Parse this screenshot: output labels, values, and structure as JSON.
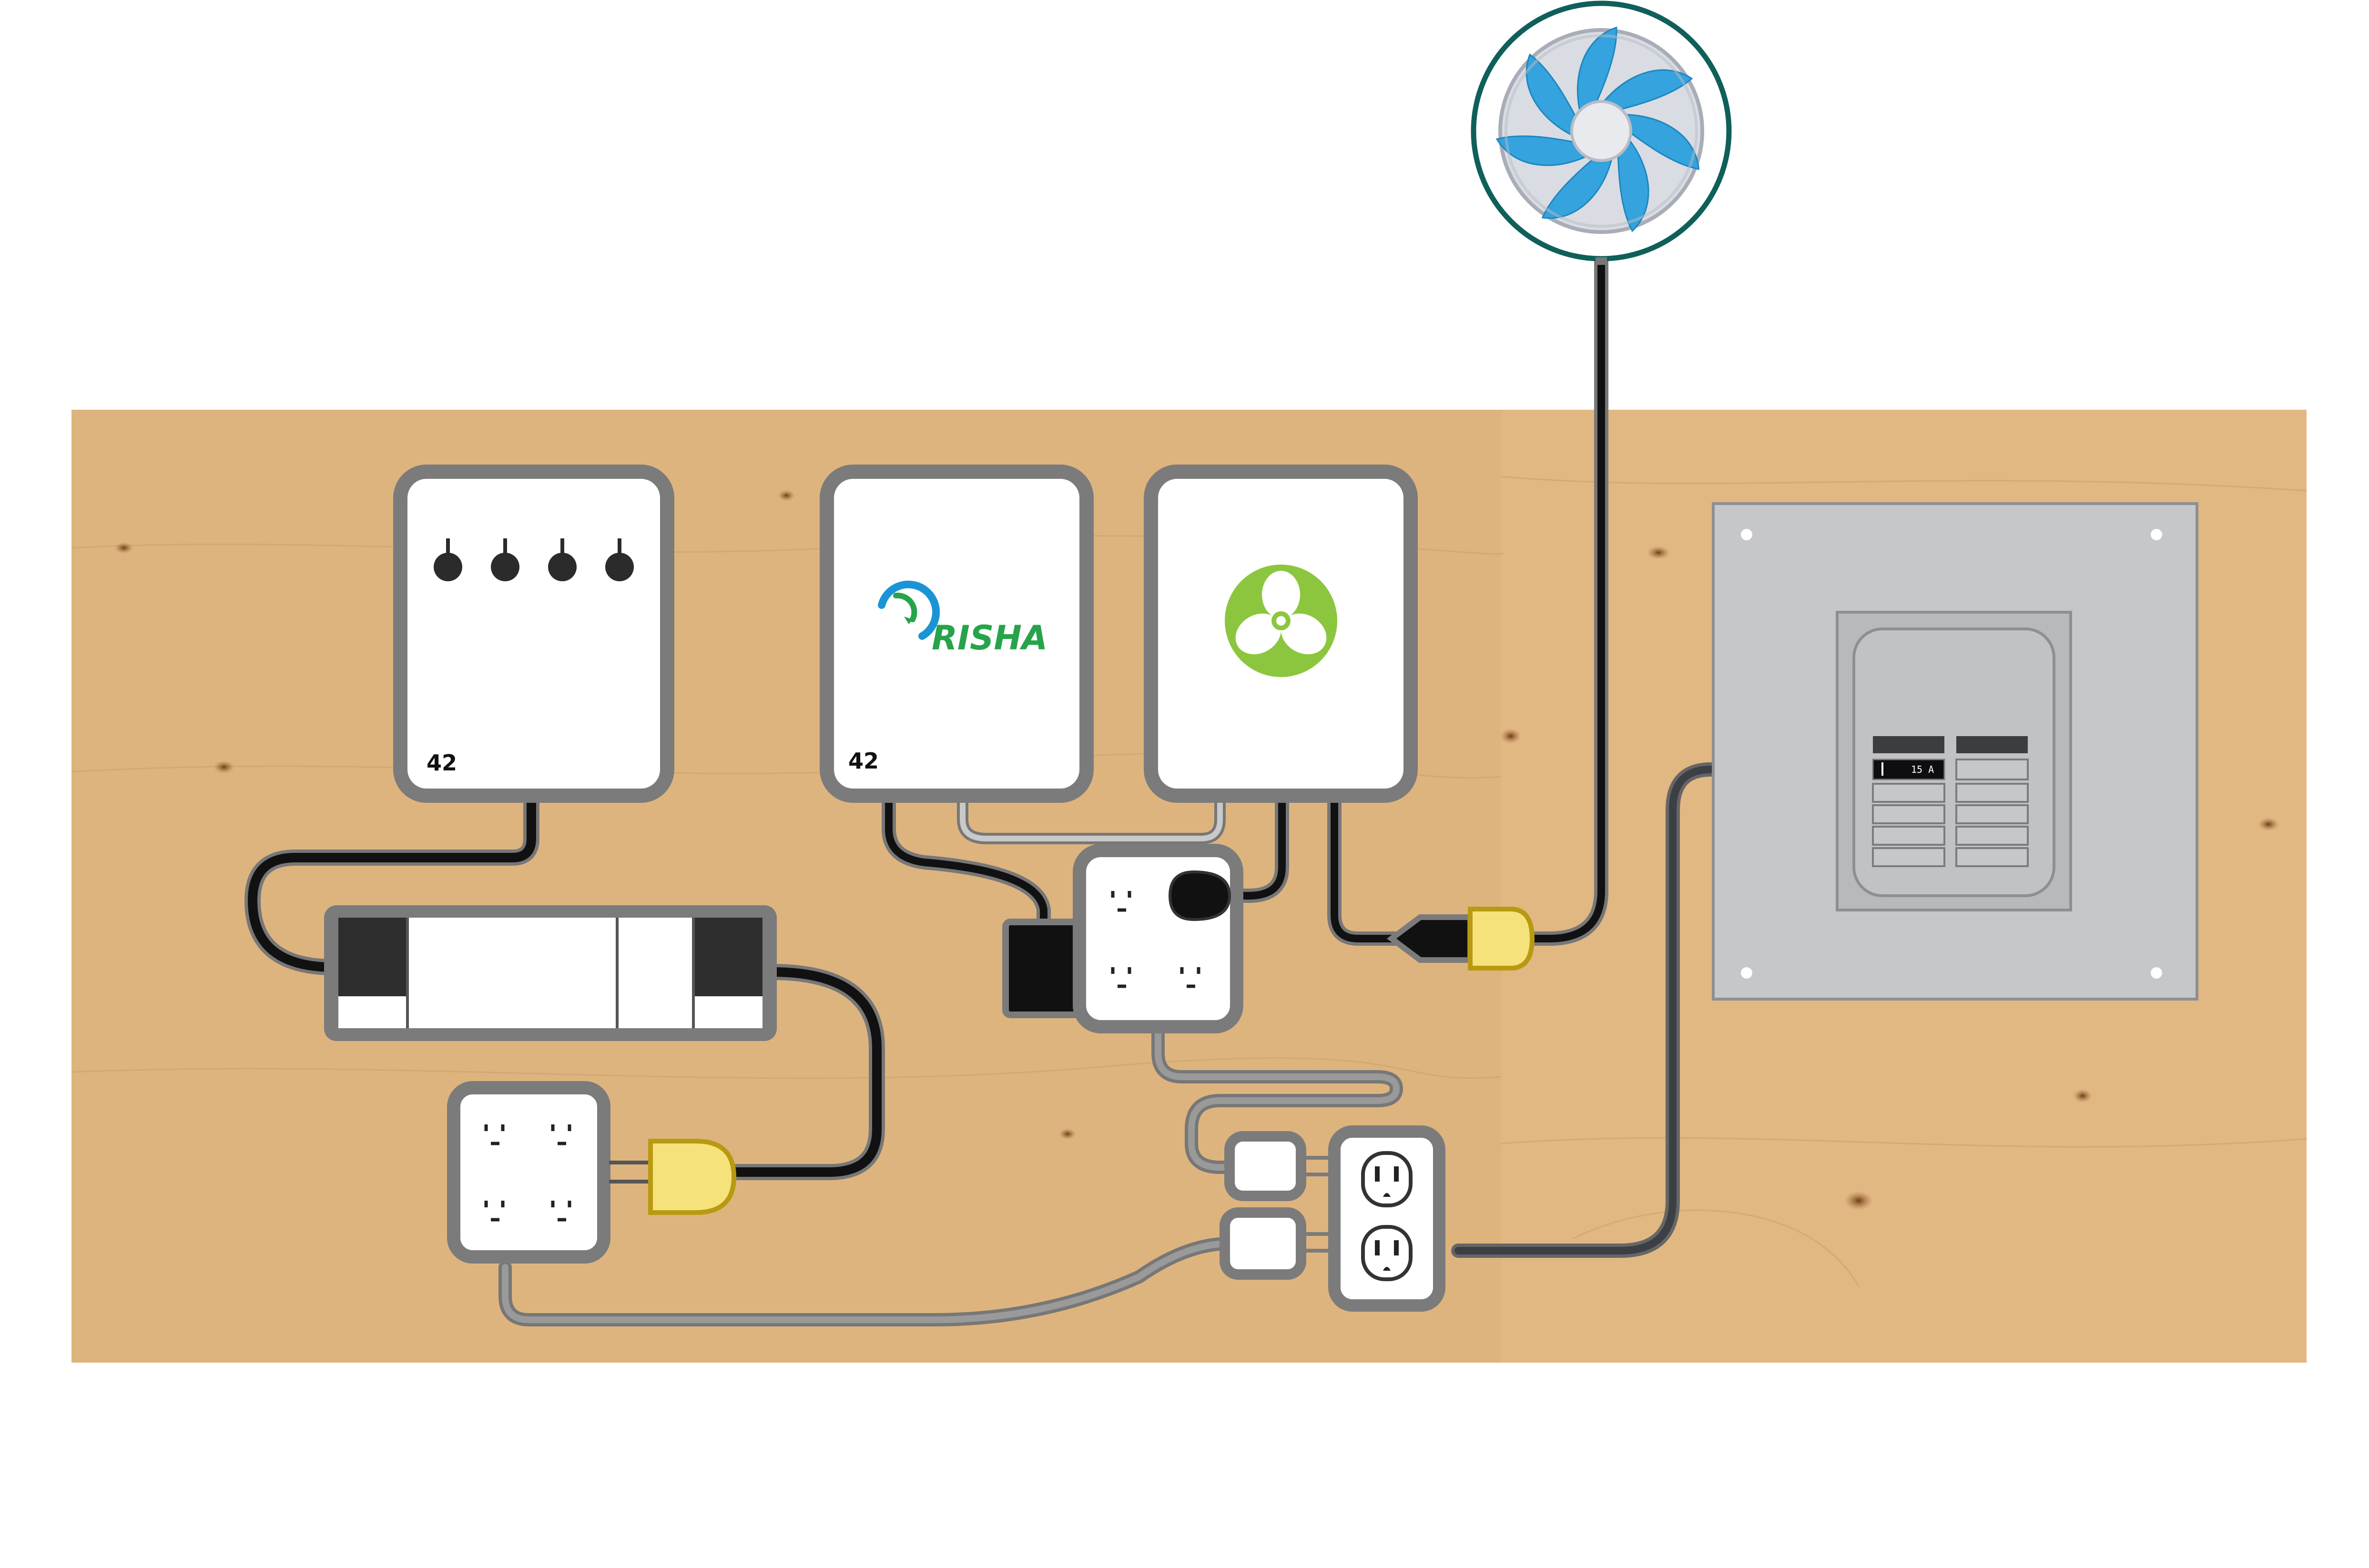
{
  "devices": {
    "hub_left": {
      "label": "42"
    },
    "orisha_hub": {
      "label": "42",
      "logo_text": "RISHA",
      "logo_color": "#27a34a"
    },
    "fan_controller": {
      "icon": "fan-icon",
      "icon_color": "#8cc63f"
    }
  },
  "fan": {
    "icon": "fan-icon",
    "blade_color": "#35a3dd",
    "ring_color": "#0f5f5a"
  },
  "breaker_panel": {
    "active_breaker_label": "15 A"
  },
  "colors": {
    "board": "#deb47e",
    "device_border": "#777777",
    "cable_dark": "#111111",
    "cable_grey": "#8a8a8a",
    "plug_yellow": "#f5e27a",
    "panel_grey": "#c6c7c9"
  }
}
